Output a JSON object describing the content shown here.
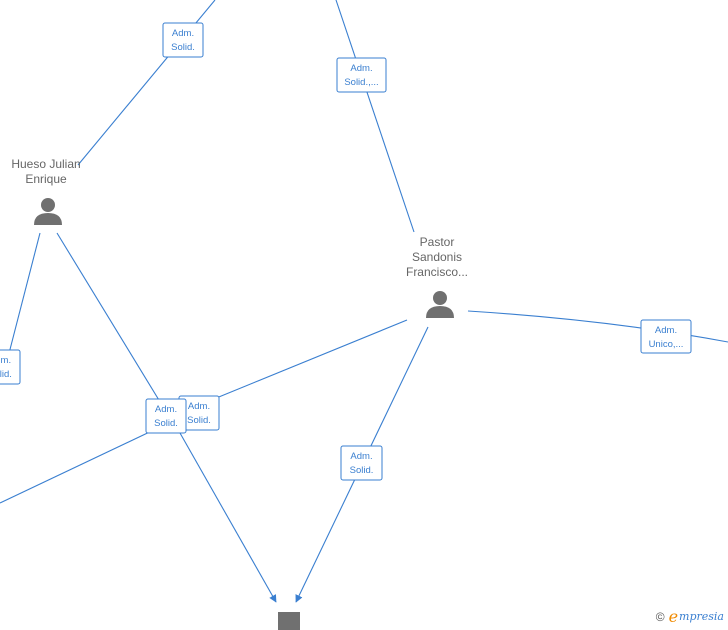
{
  "nodes": {
    "hueso": {
      "label_lines": [
        "Hueso Julian",
        "Enrique"
      ],
      "icon": "person-icon"
    },
    "pastor": {
      "label_lines": [
        "Pastor",
        "Sandonis",
        "Francisco..."
      ],
      "icon": "person-icon"
    },
    "company": {
      "icon": "building-icon"
    }
  },
  "edge_labels": [
    {
      "id": "e1",
      "lines": [
        "Adm.",
        "Solid."
      ]
    },
    {
      "id": "e2",
      "lines": [
        "Adm.",
        "Solid.,..."
      ]
    },
    {
      "id": "e3",
      "lines": [
        "Adm.",
        "Solid."
      ]
    },
    {
      "id": "e4",
      "lines": [
        "Adm.",
        "Solid."
      ]
    },
    {
      "id": "e5",
      "lines": [
        "Adm.",
        "Solid."
      ]
    },
    {
      "id": "e6",
      "lines": [
        "Adm.",
        "Solid."
      ]
    },
    {
      "id": "e7",
      "lines": [
        "Adm.",
        "Unico,..."
      ]
    }
  ],
  "footer": {
    "copyright": "©",
    "brand_initial": "e",
    "brand_rest": "mpresia"
  },
  "colors": {
    "edge": "#3a7fd0",
    "icon": "#707070",
    "label": "#666666",
    "brand_orange": "#f08a00"
  }
}
